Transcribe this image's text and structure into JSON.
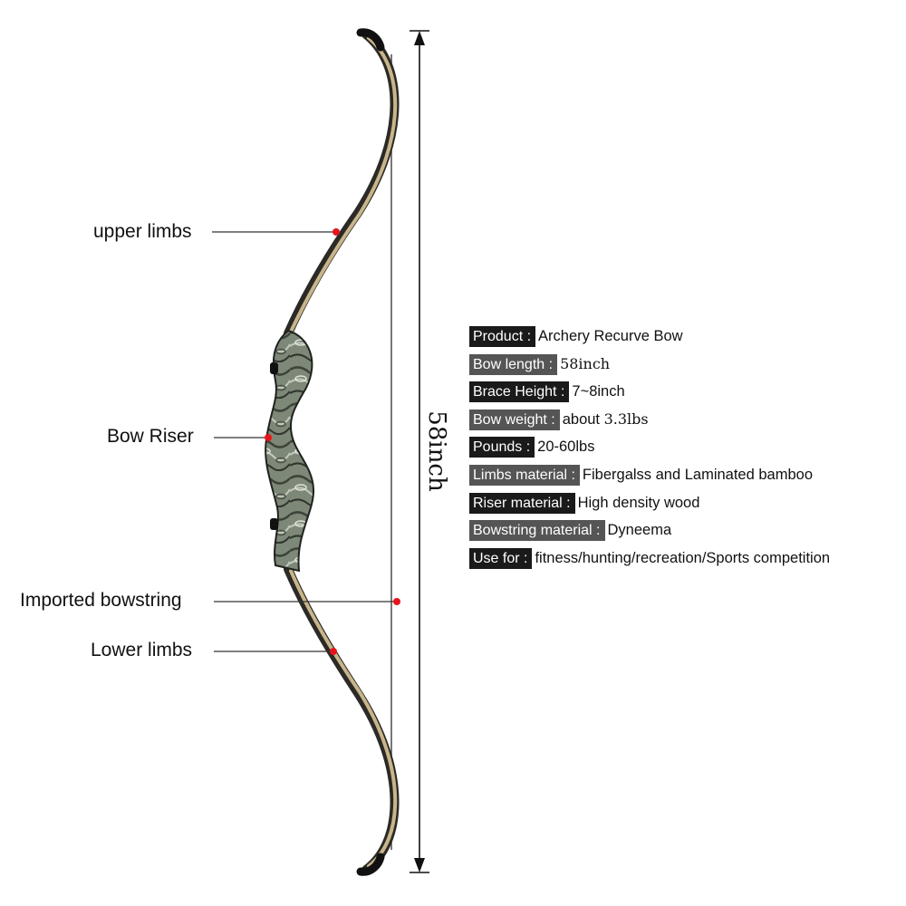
{
  "diagram": {
    "callouts": {
      "upper_limbs": "upper limbs",
      "bow_riser": "Bow Riser",
      "bowstring": "Imported bowstring",
      "lower_limbs": "Lower limbs"
    },
    "height_label": "58inch"
  },
  "specs": [
    {
      "key": "Product :",
      "value": "Archery Recurve Bow",
      "key_color": "#1a1a1a"
    },
    {
      "key": "Bow length :",
      "value": "58inch",
      "serif": true,
      "key_color": "#555555"
    },
    {
      "key": "Brace Height :",
      "value": "7~8inch",
      "key_color": "#1a1a1a"
    },
    {
      "key": "Bow weight :",
      "value_prefix": "about ",
      "value": "3.3lbs",
      "serif": true,
      "key_color": "#555555"
    },
    {
      "key": "Pounds :",
      "value": "20-60lbs",
      "key_color": "#1a1a1a"
    },
    {
      "key": "Limbs material :",
      "value": "Fibergalss and Laminated bamboo",
      "key_color": "#555555"
    },
    {
      "key": "Riser material :",
      "value": "High density wood",
      "key_color": "#1a1a1a"
    },
    {
      "key": "Bowstring material :",
      "value": "Dyneema",
      "key_color": "#555555"
    },
    {
      "key": "Use for :",
      "value": "fitness/hunting/recreation/Sports competition",
      "key_color": "#1a1a1a"
    }
  ],
  "colors": {
    "marker": "#e8141c",
    "limb_dark": "#2b2a26",
    "limb_light": "#c9b58a",
    "riser": "#7a8374"
  }
}
